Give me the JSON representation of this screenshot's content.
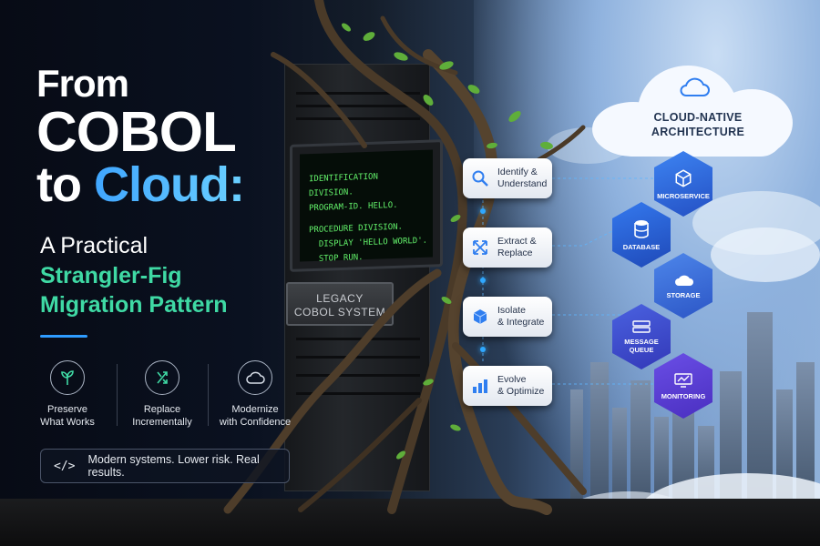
{
  "headline": {
    "line1": "From",
    "line2": "COBOL",
    "line3_prefix": "to ",
    "line3_highlight": "Cloud:"
  },
  "subtitle": {
    "line1": "A Practical",
    "line2": "Strangler-Fig",
    "line3": "Migration Pattern"
  },
  "benefits": [
    {
      "icon": "sprout-icon",
      "line1": "Preserve",
      "line2": "What Works"
    },
    {
      "icon": "replace-arrows-icon",
      "line1": "Replace",
      "line2": "Incrementally"
    },
    {
      "icon": "cloud-outline-icon",
      "line1": "Modernize",
      "line2": "with Confidence"
    }
  ],
  "tagline": {
    "code_symbol": "</>",
    "text": "Modern systems. Lower risk. Real results."
  },
  "terminal": {
    "lines": [
      "IDENTIFICATION DIVISION.",
      "PROGRAM-ID.  HELLO.",
      "PROCEDURE DIVISION.",
      "  DISPLAY 'HELLO WORLD'.",
      "  STOP RUN."
    ]
  },
  "legacy_label": {
    "line1": "LEGACY",
    "line2": "COBOL SYSTEM"
  },
  "steps": [
    {
      "icon": "magnifier-icon",
      "line1": "Identify &",
      "line2": "Understand"
    },
    {
      "icon": "expand-arrows-icon",
      "line1": "Extract &",
      "line2": "Replace"
    },
    {
      "icon": "cube-icon",
      "line1": "Isolate",
      "line2": "& Integrate"
    },
    {
      "icon": "bar-chart-icon",
      "line1": "Evolve",
      "line2": "& Optimize"
    }
  ],
  "architecture": {
    "title_line1": "CLOUD-NATIVE",
    "title_line2": "ARCHITECTURE",
    "nodes": [
      {
        "icon": "cube-icon",
        "label": "MICROSERVICE"
      },
      {
        "icon": "database-icon",
        "label": "DATABASE"
      },
      {
        "icon": "cloud-icon",
        "label": "STORAGE"
      },
      {
        "icon": "queue-icon",
        "label_line1": "MESSAGE",
        "label_line2": "QUEUE"
      },
      {
        "icon": "monitor-icon",
        "label": "MONITORING"
      }
    ]
  },
  "colors": {
    "cloud_blue": "#40a6ff",
    "strangler_green": "#3fd9a4",
    "terminal_green": "#62f06a",
    "hex_blue": "#2f64e0",
    "hex_purple": "#5b3fd8"
  }
}
